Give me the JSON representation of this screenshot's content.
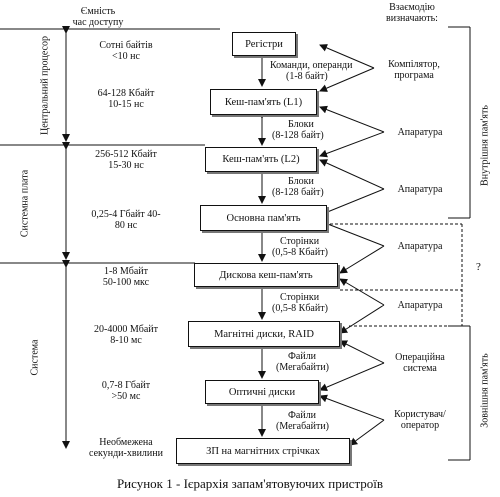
{
  "headers": {
    "capacity": [
      "Ємність",
      "час доступу"
    ],
    "determined_by": [
      "Взаємодію",
      "визначають:"
    ]
  },
  "levels": [
    {
      "name": "Регістри",
      "capacity": "Сотні байтів",
      "access": "<10 нс"
    },
    {
      "name": "Кеш-пам'ять (L1)",
      "capacity": "64-128 Кбайт",
      "access": "10-15 нс"
    },
    {
      "name": "Кеш-пам'ять (L2)",
      "capacity": "256-512 Кбайт",
      "access": "15-30 нс"
    },
    {
      "name": "Основна пам'ять",
      "capacity": "0,25-4 Гбайт 40-",
      "access": "80 нс"
    },
    {
      "name": "Дискова кеш-пам'ять",
      "capacity": "1-8 Мбайт",
      "access": "50-100 мкс"
    },
    {
      "name": "Магнітні диски, RAID",
      "capacity": "20-4000 Мбайт",
      "access": "8-10 мс"
    },
    {
      "name": "Оптичні диски",
      "capacity": "0,7-8 Гбайт",
      "access": ">50 мс"
    },
    {
      "name": "ЗП на магнітних стрічках",
      "capacity": "Необмежена",
      "access": "секунди-хвилини"
    }
  ],
  "transfers": [
    [
      "Команди, операнди",
      "(1-8 байт)"
    ],
    [
      "Блоки",
      "(8-128 байт)"
    ],
    [
      "Блоки",
      "(8-128 байт)"
    ],
    [
      "Сторінки",
      "(0,5-8 Кбайт)"
    ],
    [
      "Сторінки",
      "(0,5-8 Кбайт)"
    ],
    [
      "Файли",
      "(Мегабайти)"
    ],
    [
      "Файли",
      "(Мегабайти)"
    ]
  ],
  "controllers": [
    [
      "Компілятор,",
      "програма"
    ],
    [
      "Апаратура"
    ],
    [
      "Апаратура"
    ],
    [
      "Апаратура"
    ],
    [
      "Апаратура"
    ],
    [
      "Операційна",
      "система"
    ],
    [
      "Користувач/",
      "оператор"
    ]
  ],
  "groups_left": [
    "Центральний процесор",
    "Системна плата",
    "Система"
  ],
  "groups_right": [
    "Внутрішня пам'ять",
    "Зовнішня пам'ять"
  ],
  "question_mark": "?",
  "caption": "Рисунок 1 - Ієрархія запам'ятовуючих пристроїв"
}
